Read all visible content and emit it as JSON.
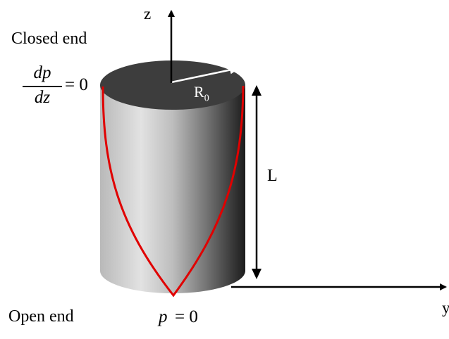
{
  "labels": {
    "z_axis": "z",
    "y_axis": "y",
    "closed_end": "Closed end",
    "open_end": "Open end",
    "radius": "R",
    "radius_sub": "0",
    "length": "L",
    "bc_top_numer": "dp",
    "bc_top_denom": "dz",
    "bc_top_rhs": "= 0",
    "bc_bottom_var": "p",
    "bc_bottom_rhs": "= 0"
  },
  "colors": {
    "cylinder_top": "#3d3d3d",
    "profile_curve": "#e00000",
    "axis": "#000000",
    "radius_arrow": "#ffffff"
  }
}
